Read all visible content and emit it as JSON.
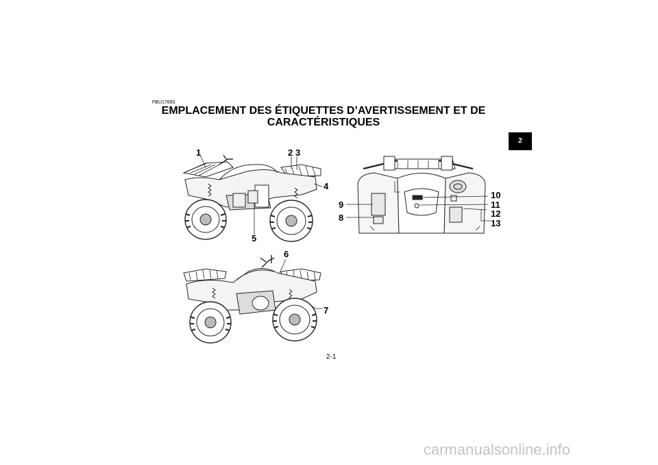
{
  "page": {
    "code": "FBU17660",
    "title_line1": "EMPLACEMENT DES ÉTIQUETTES D’AVERTISSEMENT ET DE",
    "title_line2": "CARACTÉRISTIQUES",
    "chapter_tab": "2",
    "page_number": "2-1",
    "watermark": "carmanualsonline.info"
  },
  "figures": {
    "callouts": [
      "1",
      "2",
      "3",
      "4",
      "5",
      "6",
      "7",
      "8",
      "9",
      "10",
      "11",
      "12",
      "13"
    ]
  }
}
